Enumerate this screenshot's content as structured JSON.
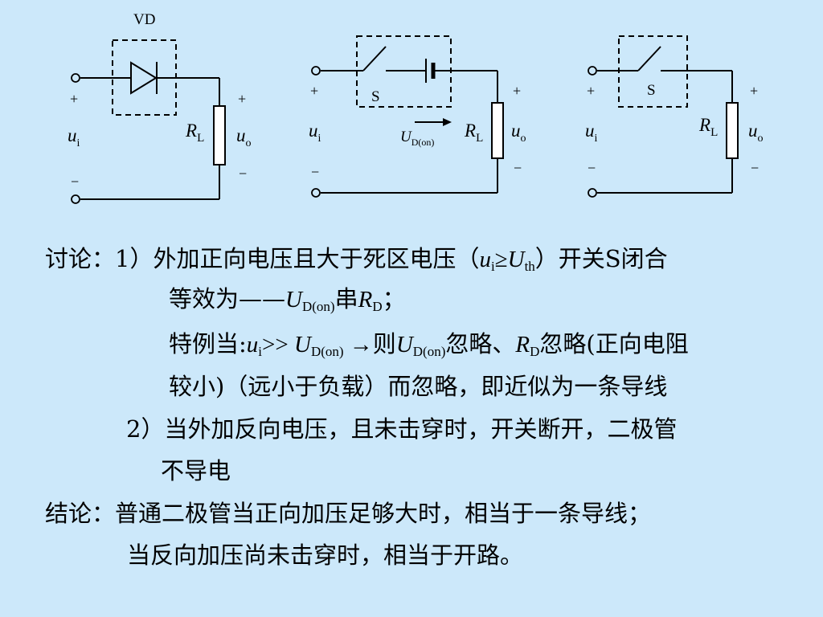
{
  "circuit1": {
    "vd_label": "VD",
    "ui_plus": "+",
    "ui_minus": "−",
    "ui_main": "u",
    "ui_sub": "i",
    "rl_main": "R",
    "rl_sub": "L",
    "uo_plus": "+",
    "uo_minus": "−",
    "uo_main": "u",
    "uo_sub": "o"
  },
  "circuit2": {
    "switch_label": "S",
    "ui_plus": "+",
    "ui_minus": "−",
    "ui_main": "u",
    "ui_sub": "i",
    "ud_main": "U",
    "ud_sub": "D(on)",
    "rl_main": "R",
    "rl_sub": "L",
    "uo_plus": "+",
    "uo_minus": "−",
    "uo_main": "u",
    "uo_sub": "o"
  },
  "circuit3": {
    "switch_label": "S",
    "ui_plus": "+",
    "ui_minus": "−",
    "ui_main": "u",
    "ui_sub": "i",
    "rl_main": "R",
    "rl_sub": "L",
    "uo_plus": "+",
    "uo_minus": "−",
    "uo_main": "u",
    "uo_sub": "o"
  },
  "text": {
    "l1_a": "讨论：1）外加正向电压且大于死区电压（",
    "l1_u": "u",
    "l1_usub": "i",
    "l1_ge": "≥",
    "l1_U": "U",
    "l1_Usub": "th",
    "l1_b": "）开关S闭合",
    "l2_a": "等效为——",
    "l2_U": "U",
    "l2_Usub": "D(on)",
    "l2_b": "串",
    "l2_R": "R",
    "l2_Rsub": "D",
    "l2_c": "；",
    "l3_a": "特例当:",
    "l3_u": "u",
    "l3_usub": "i",
    "l3_gg": ">> ",
    "l3_U1": "U",
    "l3_U1sub": "D(on)",
    "l3_b": " →则",
    "l3_U2": "U",
    "l3_U2sub": "D(on)",
    "l3_c": "忽略、",
    "l3_R": "R",
    "l3_Rsub": "D",
    "l3_d": "忽略(正向电阻",
    "l4": "较小)（远小于负载）而忽略，即近似为一条导线",
    "l5": "2）当外加反向电压，且未击穿时，开关断开，二极管",
    "l6": "不导电",
    "l7": "结论：普通二极管当正向加压足够大时，相当于一条导线；",
    "l8": "当反向加压尚未击穿时，相当于开路。"
  }
}
